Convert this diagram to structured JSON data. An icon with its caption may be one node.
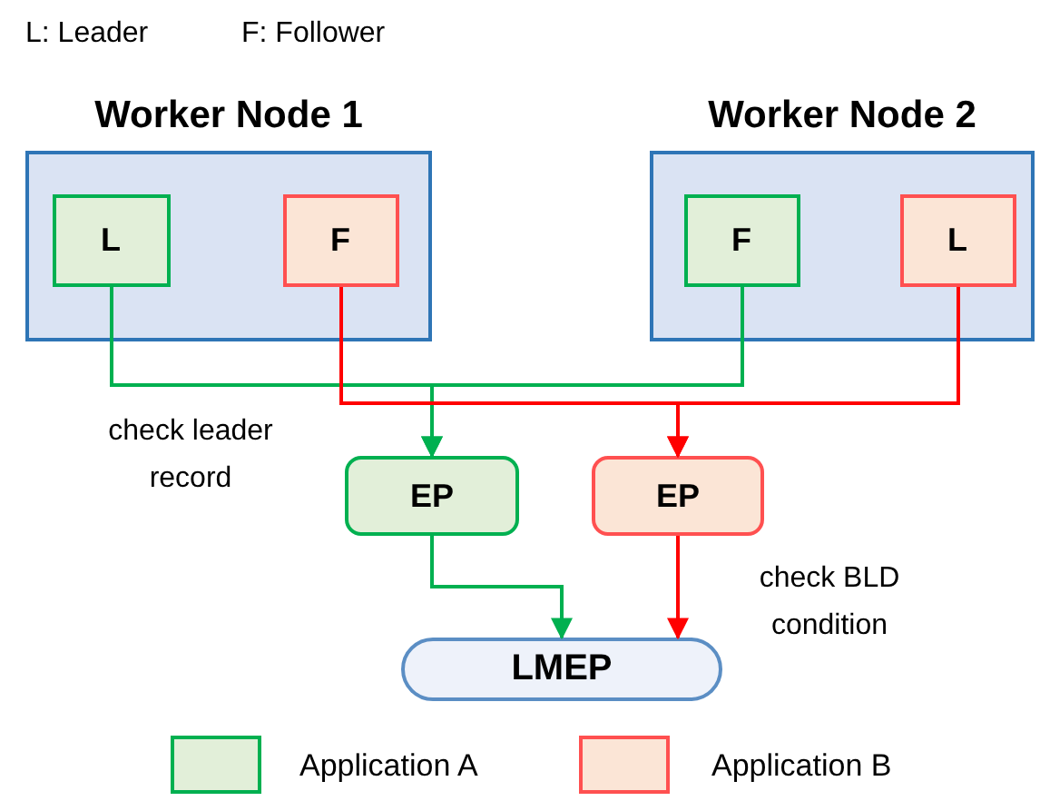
{
  "diagram": {
    "nodes": [
      {
        "text": [
          "Worker Node 1"
        ]
      },
      {
        "text": [
          "L"
        ],
        "in": 0
      },
      {
        "text": [
          "F"
        ],
        "in": 0
      },
      {
        "text": [
          "Worker Node 2"
        ]
      },
      {
        "text": [
          "F"
        ],
        "in": 3
      },
      {
        "text": [
          "L"
        ],
        "in": 3
      },
      {
        "text": [
          "EP"
        ]
      },
      {
        "text": [
          "EP"
        ]
      },
      {
        "text": [
          "LMEP"
        ]
      }
    ],
    "edges": [
      {
        "from": 1,
        "to": 6,
        "arrow": "to",
        "color": "#00b050"
      },
      {
        "from": 4,
        "to": 6,
        "arrow": "to",
        "color": "#00b050"
      },
      {
        "from": 2,
        "to": 7,
        "arrow": "to",
        "color": "#ff0000"
      },
      {
        "from": 5,
        "to": 7,
        "arrow": "to",
        "color": "#ff0000"
      },
      {
        "from": 6,
        "to": 8,
        "arrow": "to",
        "color": "#00b050"
      },
      {
        "from": 7,
        "to": 8,
        "arrow": "to",
        "color": "#ff0000"
      }
    ],
    "labels": [
      "L: Leader",
      "F: Follower",
      "check leader record",
      "check BLD condition"
    ],
    "legend": [
      {
        "text": "Application A",
        "color": "#e2efd9"
      },
      {
        "text": "Application B",
        "color": "#fbe5d6"
      }
    ]
  }
}
